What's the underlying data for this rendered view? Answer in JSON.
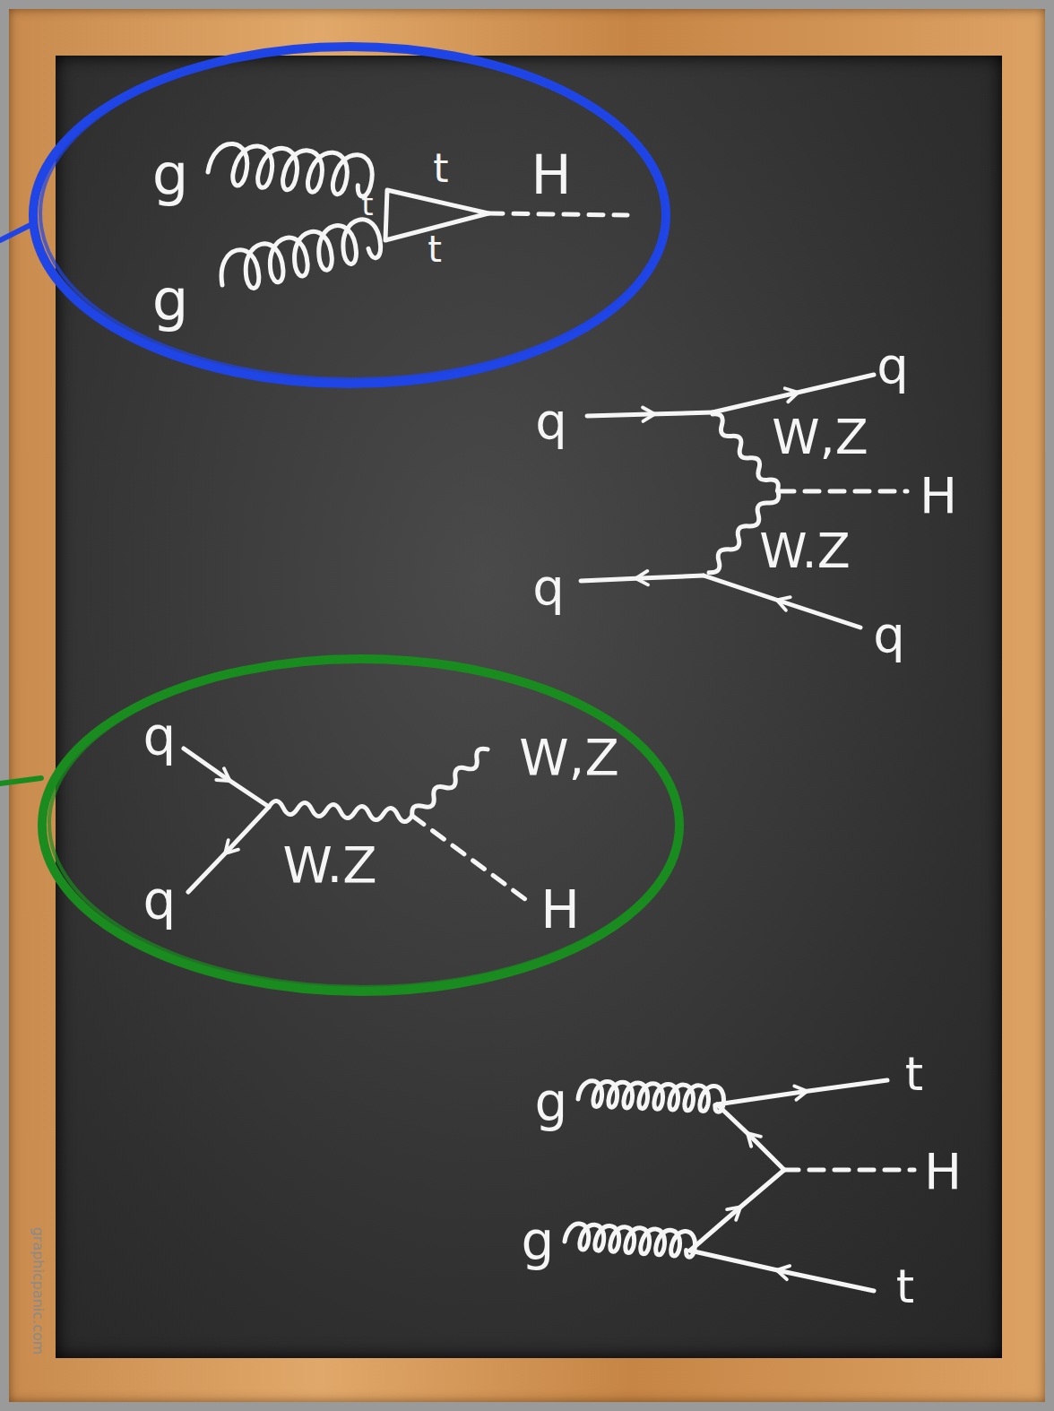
{
  "diagram": {
    "nodes": [
      {
        "text": [
          "g",
          "t",
          "H",
          "t",
          "t",
          "g"
        ]
      },
      {
        "text": [
          "q",
          "W,Z",
          "W.Z",
          "q",
          "H"
        ]
      }
    ],
    "labels": [
      "q",
      "q",
      "W,Z",
      "H",
      "W.Z",
      "q",
      "q",
      "g",
      "t",
      "H",
      "g",
      "t",
      "graphicpanic.com"
    ]
  }
}
